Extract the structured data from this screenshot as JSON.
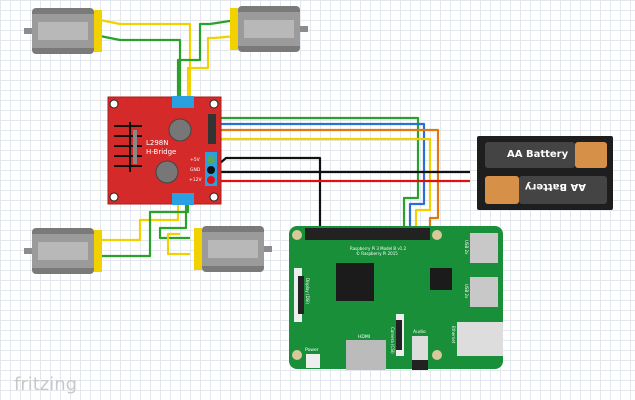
{
  "hbridge": {
    "name": "L298N",
    "subtitle": "H-Bridge",
    "pin_5v": "+5V",
    "pin_gnd": "GND",
    "pin_12v": "+12V"
  },
  "battery": {
    "label_top": "AA Battery",
    "label_bottom": "AA Battery"
  },
  "rpi": {
    "model": "Raspberry Pi 3 Model B v1.2",
    "copyright": "© Raspberry Pi 2015",
    "display": "Display (DSI)",
    "camera": "Camera (CSI)",
    "hdmi": "HDMI",
    "audio": "Audio",
    "power": "Power",
    "usb1": "USB 2x",
    "usb2": "USB 2x",
    "ethernet": "Ethernet"
  },
  "logo": "fritzing",
  "colors": {
    "board_red": "#d42a2a",
    "pi_green": "#1a8f3a",
    "wire_yellow": "#f2d100",
    "wire_green": "#29a12a",
    "wire_blue": "#2a6fd6",
    "wire_orange": "#e07a10",
    "wire_red": "#e01010",
    "wire_black": "#111111"
  }
}
